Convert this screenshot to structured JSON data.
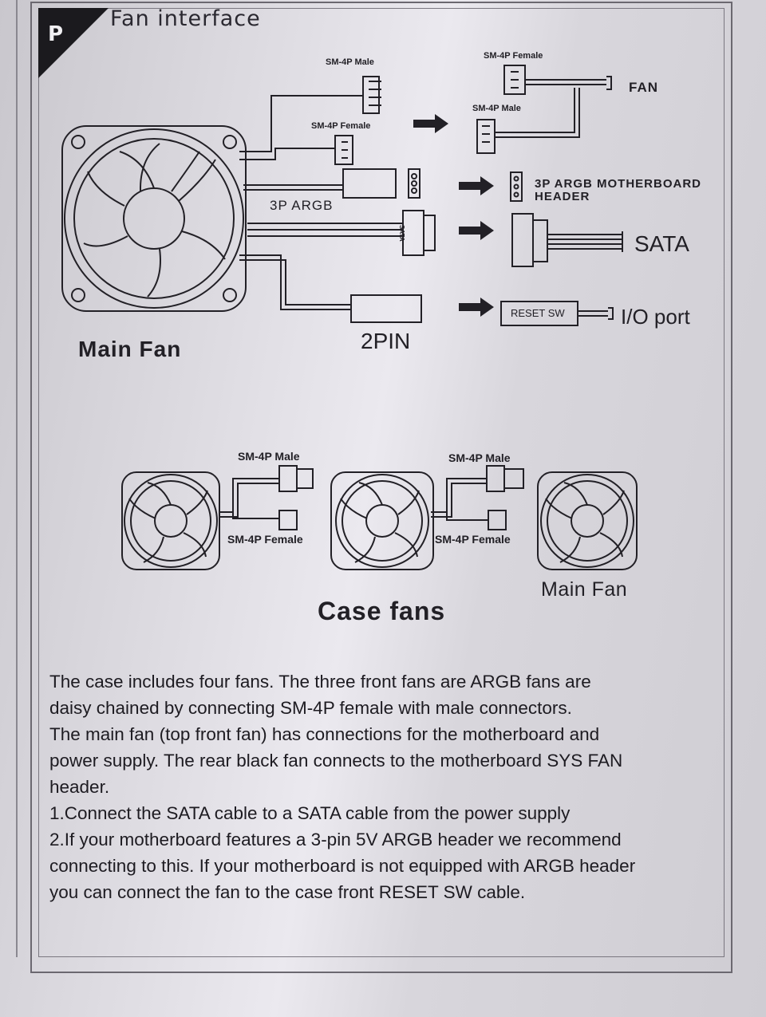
{
  "header": {
    "badge": "P",
    "title": "Fan interface"
  },
  "main_fan_diagram": {
    "labels": {
      "sm4p_male_top": "SM-4P Male",
      "sm4p_female_left": "SM-4P Female",
      "sm4p_female_right": "SM-4P Female",
      "sm4p_male_right": "SM-4P Male",
      "fan": "FAN",
      "argb_3p": "3P ARGB",
      "argb_header_line1": "3P ARGB MOTHERBOARD",
      "argb_header_line2": "HEADER",
      "sata": "SATA",
      "sata_plug": "SATA",
      "reset_sw": "RESET SW",
      "io_port": "I/O port",
      "two_pin": "2PIN",
      "main_fan": "Main Fan"
    }
  },
  "case_fans_diagram": {
    "labels": {
      "male_1": "SM-4P Male",
      "female_1": "SM-4P Female",
      "male_2": "SM-4P Male",
      "female_2": "SM-4P Female",
      "main_fan": "Main Fan",
      "title": "Case fans"
    }
  },
  "description": {
    "lines": [
      "The case includes four fans. The three front fans are ARGB fans are",
      "daisy chained by connecting SM-4P female with male connectors.",
      "The main fan (top front fan) has connections for the motherboard and",
      "power supply. The rear black fan connects to the motherboard SYS FAN",
      "header.",
      "1.Connect the SATA cable to a SATA cable from the power supply",
      "2.If your motherboard features a 3-pin 5V ARGB header we recommend",
      "connecting to this. If your motherboard is not equipped with ARGB header",
      "you can connect the fan to the case front RESET SW cable."
    ]
  },
  "colors": {
    "ink": "#1e1c22",
    "badge": "#1b1a1e",
    "paper": "#e4e2e8"
  }
}
